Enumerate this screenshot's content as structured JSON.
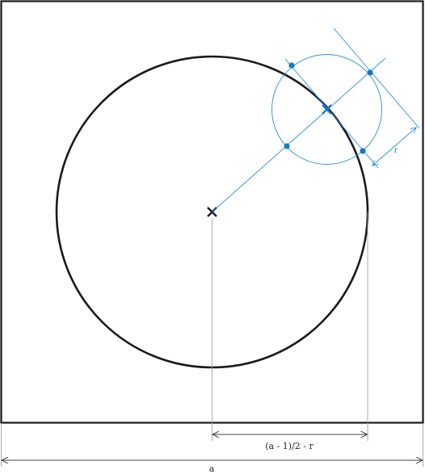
{
  "labels": {
    "radius": "r",
    "inner_dimension": "(a - 1)/2 - r",
    "outer_dimension": "a"
  },
  "colors": {
    "black": "#1a1a1a",
    "construction_blue": "#2d8fd5",
    "point_blue": "#1479c9",
    "dimension_gray": "#888888"
  }
}
